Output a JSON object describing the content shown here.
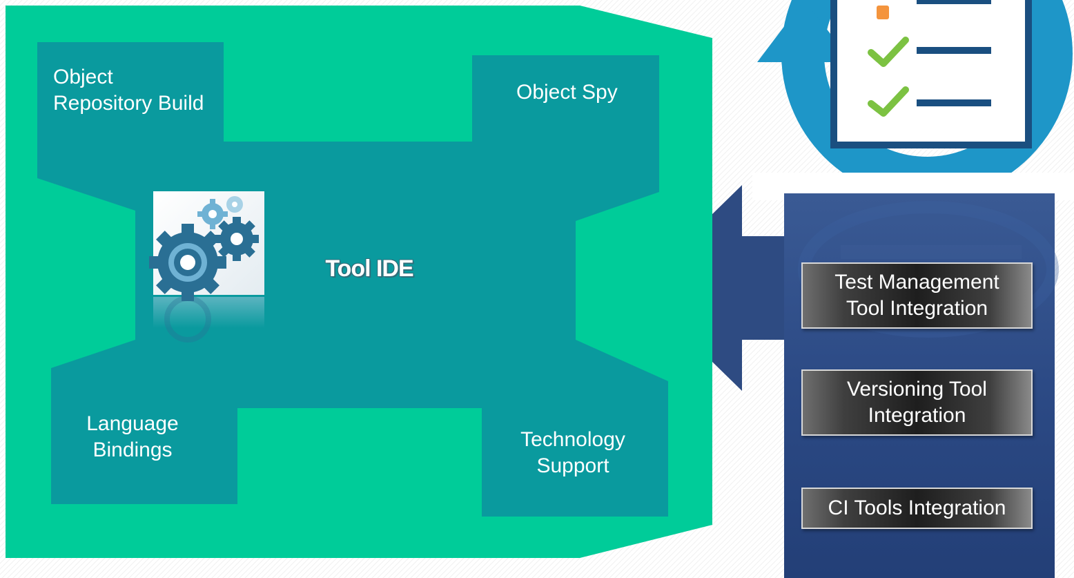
{
  "diagram": {
    "center_label": "Tool IDE",
    "corner_labels": {
      "top_left": "Object\nRepository Build",
      "top_right": "Object Spy",
      "bottom_left": "Language\nBindings",
      "bottom_right": "Technology\nSupport"
    },
    "integrations": [
      "Test Management\nTool Integration",
      "Versioning Tool\nIntegration",
      "CI Tools Integration"
    ],
    "colors": {
      "outer_green": "#00cc99",
      "inner_teal": "#0a9a9e",
      "side_navy": "#2e4b82",
      "icon_blue": "#1e96c8"
    }
  }
}
